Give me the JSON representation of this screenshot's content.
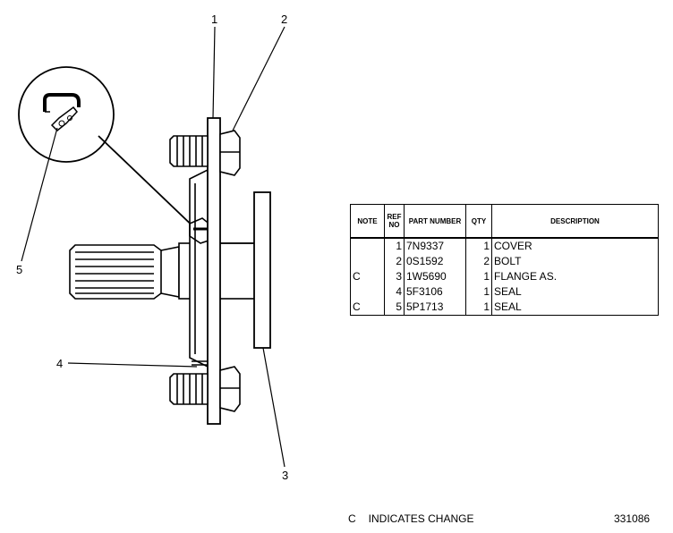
{
  "callouts": {
    "c1": "1",
    "c2": "2",
    "c3": "3",
    "c4": "4",
    "c5": "5"
  },
  "table": {
    "headers": {
      "note": "NOTE",
      "ref": "REF NO",
      "part": "PART NUMBER",
      "qty": "QTY",
      "desc": "DESCRIPTION"
    },
    "rows": [
      {
        "note": "",
        "ref": "1",
        "part": "7N9337",
        "qty": "1",
        "desc": "COVER"
      },
      {
        "note": "",
        "ref": "2",
        "part": "0S1592",
        "qty": "2",
        "desc": "BOLT"
      },
      {
        "note": "C",
        "ref": "3",
        "part": "1W5690",
        "qty": "1",
        "desc": "FLANGE AS."
      },
      {
        "note": "",
        "ref": "4",
        "part": "5F3106",
        "qty": "1",
        "desc": "SEAL"
      },
      {
        "note": "C",
        "ref": "5",
        "part": "5P1713",
        "qty": "1",
        "desc": "SEAL"
      }
    ]
  },
  "footer": {
    "marker": "C",
    "text": "INDICATES CHANGE",
    "drawing_number": "331086"
  }
}
